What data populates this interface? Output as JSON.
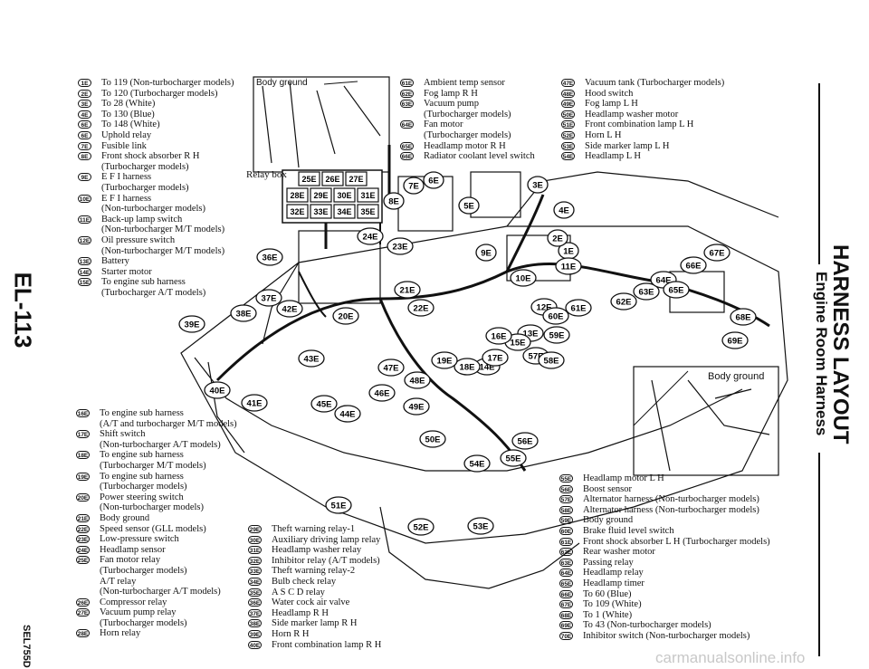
{
  "page_code": "EL-113",
  "figure_code": "SEL755D",
  "title": "HARNESS LAYOUT",
  "subtitle": "Engine Room Harness",
  "body_ground_label_top": "Body ground",
  "relay_box_label": "Relay box",
  "body_ground_label_right": "Body ground",
  "relay_box_codes": [
    "25E",
    "26E",
    "27E",
    "28E",
    "29E",
    "30E",
    "31E",
    "32E",
    "33E",
    "34E",
    "35E"
  ],
  "callouts": [
    "1E",
    "2E",
    "3E",
    "4E",
    "5E",
    "6E",
    "7E",
    "8E",
    "9E",
    "10E",
    "11E",
    "12E",
    "13E",
    "14E",
    "15E",
    "16E",
    "17E",
    "18E",
    "19E",
    "20E",
    "21E",
    "22E",
    "23E",
    "24E",
    "36E",
    "37E",
    "38E",
    "39E",
    "40E",
    "41E",
    "42E",
    "43E",
    "44E",
    "45E",
    "46E",
    "47E",
    "48E",
    "49E",
    "50E",
    "51E",
    "52E",
    "53E",
    "54E",
    "55E",
    "56E",
    "57E",
    "58E",
    "59E",
    "60E",
    "61E",
    "62E",
    "63E",
    "64E",
    "65E",
    "66E",
    "67E",
    "68E",
    "69E"
  ],
  "legend_top_left": [
    {
      "code": "1E",
      "text": "To 119 (Non-turbocharger models)"
    },
    {
      "code": "2E",
      "text": "To 120 (Turbocharger models)"
    },
    {
      "code": "3E",
      "text": "To 28 (White)"
    },
    {
      "code": "4E",
      "text": "To 130 (Blue)"
    },
    {
      "code": "6E",
      "text": "To 148 (White)"
    },
    {
      "code": "6E",
      "text": "Uphold relay"
    },
    {
      "code": "7E",
      "text": "Fusible link"
    },
    {
      "code": "8E",
      "text": "Front shock absorber R H"
    },
    {
      "code": "",
      "text": "(Turbocharger models)"
    },
    {
      "code": "9E",
      "text": "E F I harness"
    },
    {
      "code": "",
      "text": "(Turbocharger models)"
    },
    {
      "code": "10E",
      "text": "E F I harness"
    },
    {
      "code": "",
      "text": "(Non-turbocharger models)"
    },
    {
      "code": "11E",
      "text": "Back-up lamp switch"
    },
    {
      "code": "",
      "text": "(Non-turbocharger M/T models)"
    },
    {
      "code": "12E",
      "text": "Oil pressure switch"
    },
    {
      "code": "",
      "text": "(Non-turbocharger M/T models)"
    },
    {
      "code": "13E",
      "text": "Battery"
    },
    {
      "code": "14E",
      "text": "Starter motor"
    },
    {
      "code": "15E",
      "text": "To engine sub harness"
    },
    {
      "code": "",
      "text": "(Turbocharger A/T models)"
    }
  ],
  "legend_top_mid": [
    {
      "code": "61E",
      "text": "Ambient temp sensor"
    },
    {
      "code": "62E",
      "text": "Fog lamp R H"
    },
    {
      "code": "63E",
      "text": "Vacuum pump"
    },
    {
      "code": "",
      "text": "(Turbocharger models)"
    },
    {
      "code": "64E",
      "text": "Fan motor"
    },
    {
      "code": "",
      "text": "(Turbocharger models)"
    },
    {
      "code": "65E",
      "text": "Headlamp motor R H"
    },
    {
      "code": "66E",
      "text": "Radiator coolant level switch"
    }
  ],
  "legend_top_right": [
    {
      "code": "47E",
      "text": "Vacuum tank (Turbocharger models)"
    },
    {
      "code": "48E",
      "text": "Hood switch"
    },
    {
      "code": "49E",
      "text": "Fog lamp L H"
    },
    {
      "code": "50E",
      "text": "Headlamp washer motor"
    },
    {
      "code": "51E",
      "text": "Front combination lamp L H"
    },
    {
      "code": "52E",
      "text": "Horn L H"
    },
    {
      "code": "53E",
      "text": "Side marker lamp L H"
    },
    {
      "code": "54E",
      "text": "Headlamp L H"
    }
  ],
  "legend_bottom_left": [
    {
      "code": "16E",
      "text": "To engine sub harness"
    },
    {
      "code": "",
      "text": "(A/T and turbocharger M/T models)"
    },
    {
      "code": "17E",
      "text": "Shift switch"
    },
    {
      "code": "",
      "text": "(Non-turbocharger A/T models)"
    },
    {
      "code": "18E",
      "text": "To engine sub harness"
    },
    {
      "code": "",
      "text": "(Turbocharger M/T models)"
    },
    {
      "code": "19E",
      "text": "To engine sub harness"
    },
    {
      "code": "",
      "text": "(Turbocharger models)"
    },
    {
      "code": "20E",
      "text": "Power steering switch"
    },
    {
      "code": "",
      "text": "(Non-turbocharger models)"
    },
    {
      "code": "21E",
      "text": "Body ground"
    },
    {
      "code": "22E",
      "text": "Speed sensor (GLL models)"
    },
    {
      "code": "23E",
      "text": "Low-pressure switch"
    },
    {
      "code": "24E",
      "text": "Headlamp sensor"
    },
    {
      "code": "25E",
      "text": "Fan motor relay"
    },
    {
      "code": "",
      "text": "(Turbocharger models)"
    },
    {
      "code": "",
      "text": "A/T relay"
    },
    {
      "code": "",
      "text": "(Non-turbocharger A/T models)"
    },
    {
      "code": "26E",
      "text": "Compressor relay"
    },
    {
      "code": "27E",
      "text": "Vacuum pump relay"
    },
    {
      "code": "",
      "text": "(Turbocharger models)"
    },
    {
      "code": "28E",
      "text": "Horn relay"
    }
  ],
  "legend_bottom_mid": [
    {
      "code": "29E",
      "text": "Theft warning relay-1"
    },
    {
      "code": "30E",
      "text": "Auxiliary driving lamp relay"
    },
    {
      "code": "31E",
      "text": "Headlamp washer relay"
    },
    {
      "code": "32E",
      "text": "Inhibitor relay (A/T models)"
    },
    {
      "code": "33E",
      "text": "Theft warning relay-2"
    },
    {
      "code": "34E",
      "text": "Bulb check relay"
    },
    {
      "code": "35E",
      "text": "A S C D relay"
    },
    {
      "code": "36E",
      "text": "Water cock air valve"
    },
    {
      "code": "37E",
      "text": "Headlamp R H"
    },
    {
      "code": "38E",
      "text": "Side marker lamp R H"
    },
    {
      "code": "39E",
      "text": "Horn R H"
    },
    {
      "code": "40E",
      "text": "Front combination lamp R H"
    }
  ],
  "legend_bottom_right": [
    {
      "code": "55E",
      "text": "Headlamp motor L H"
    },
    {
      "code": "56E",
      "text": "Boost sensor"
    },
    {
      "code": "57E",
      "text": "Alternator harness (Non-turbocharger models)"
    },
    {
      "code": "58E",
      "text": "Alternator harness (Non-turbocharger models)"
    },
    {
      "code": "59E",
      "text": "Body ground"
    },
    {
      "code": "60E",
      "text": "Brake fluid level switch"
    },
    {
      "code": "61E",
      "text": "Front shock absorber L H (Turbocharger models)"
    },
    {
      "code": "62E",
      "text": "Rear washer motor"
    },
    {
      "code": "63E",
      "text": "Passing relay"
    },
    {
      "code": "64E",
      "text": "Headlamp relay"
    },
    {
      "code": "65E",
      "text": "Headlamp timer"
    },
    {
      "code": "66E",
      "text": "To 60 (Blue)"
    },
    {
      "code": "67E",
      "text": "To 109 (White)"
    },
    {
      "code": "68E",
      "text": "To 1 (White)"
    },
    {
      "code": "69E",
      "text": "To 43 (Non-turbocharger models)"
    },
    {
      "code": "70E",
      "text": "Inhibitor switch (Non-turbocharger models)"
    }
  ],
  "watermark": "carmanualsonline.info"
}
